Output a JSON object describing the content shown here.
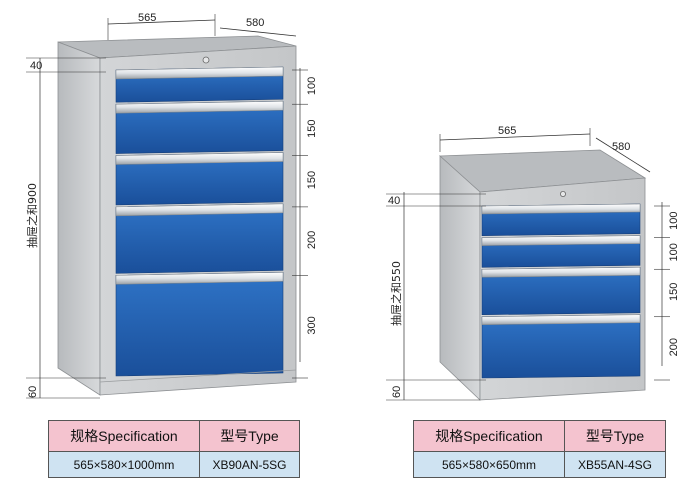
{
  "cabinet_left": {
    "top_dims": {
      "width": "565",
      "depth": "580"
    },
    "left_dims": {
      "top_gap": "40",
      "bottom_gap": "60",
      "drawer_total": "抽屉之和900"
    },
    "drawer_heights": [
      "100",
      "150",
      "150",
      "200",
      "300"
    ],
    "spec": {
      "header_spec": "规格Specification",
      "header_model": "型号Type",
      "spec_value": "565×580×1000mm",
      "model_value": "XB90AN-5SG"
    }
  },
  "cabinet_right": {
    "top_dims": {
      "width": "565",
      "depth": "580"
    },
    "left_dims": {
      "top_gap": "40",
      "bottom_gap": "60",
      "drawer_total": "抽屉之和550"
    },
    "drawer_heights": [
      "100",
      "100",
      "150",
      "200"
    ],
    "spec": {
      "header_spec": "规格Specification",
      "header_model": "型号Type",
      "spec_value": "565×580×650mm",
      "model_value": "XB55AN-4SG"
    }
  },
  "colors": {
    "drawer_blue": "#1f5fae",
    "drawer_blue_light": "#3a7fd0",
    "body_gray": "#c9cbcd",
    "handle_silver": "#e8ebee",
    "header_pink": "#f4c3cf",
    "row_blue": "#cfe3f2"
  }
}
